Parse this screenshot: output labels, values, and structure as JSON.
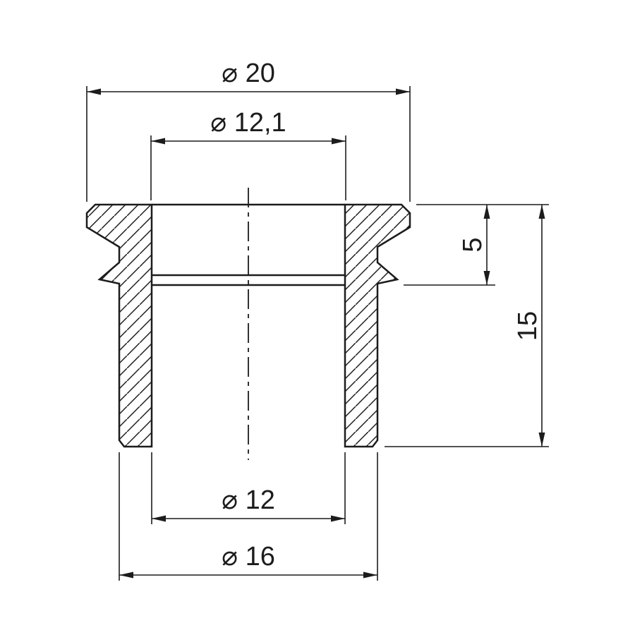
{
  "drawing": {
    "kind": "technical-section-drawing",
    "part": "flanged sleeve bushing cross-section",
    "line_color": "#1c1c1c",
    "background_color": "#ffffff",
    "dimensions": {
      "flange_od": "⌀ 20",
      "upper_bore": "⌀ 12,1",
      "flange_depth": "5",
      "overall_height": "15",
      "lower_bore": "⌀ 12",
      "body_od": "⌀ 16"
    }
  }
}
